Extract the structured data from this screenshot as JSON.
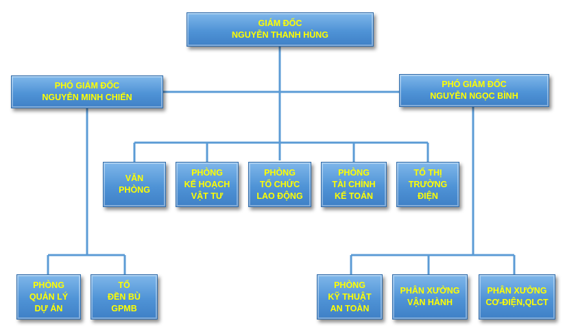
{
  "colors": {
    "box_fill": "#4f93d6",
    "text": "#ffff00",
    "connector": "#5b9bd5"
  },
  "director": {
    "title": "GIÁM ĐỐC",
    "name": "NGUYỄN THANH HÙNG"
  },
  "deputy_left": {
    "title": "PHÓ GIÁM ĐỐC",
    "name": "NGUYỄN MINH CHIẾN"
  },
  "deputy_right": {
    "title": "PHÓ GIÁM ĐỐC",
    "name": "NGUYỄN NGỌC BÌNH"
  },
  "departments": [
    {
      "lines": [
        "VĂN",
        "PHÒNG"
      ]
    },
    {
      "lines": [
        "PHÒNG",
        "KẾ HOẠCH",
        "VẬT TƯ"
      ]
    },
    {
      "lines": [
        "PHÒNG",
        "TỔ CHỨC",
        "LAO ĐỘNG"
      ]
    },
    {
      "lines": [
        "PHÒNG",
        "TÀI CHÍNH",
        "KẾ TOÁN"
      ]
    },
    {
      "lines": [
        "TỔ THỊ",
        "TRƯỜNG",
        "ĐIỆN"
      ]
    }
  ],
  "left_units": [
    {
      "lines": [
        "PHÒNG",
        "QUẢN LÝ",
        "DỰ ÁN"
      ]
    },
    {
      "lines": [
        "TỔ",
        "ĐỀN BÙ",
        "GPMB"
      ]
    }
  ],
  "right_units": [
    {
      "lines": [
        "PHÒNG",
        "KỸ THUẬT",
        "AN TOÀN"
      ]
    },
    {
      "lines": [
        "PHÂN XƯỞNG",
        "VẬN HÀNH"
      ]
    },
    {
      "lines": [
        "PHÂN XƯỞNG",
        "CƠ-ĐIỆN,QLCT"
      ]
    }
  ]
}
